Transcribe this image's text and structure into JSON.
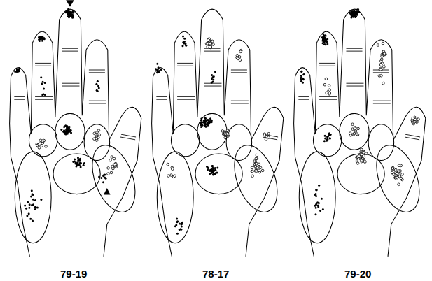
{
  "diagram": {
    "labels": [
      "79-19",
      "78-17",
      "79-20"
    ]
  }
}
